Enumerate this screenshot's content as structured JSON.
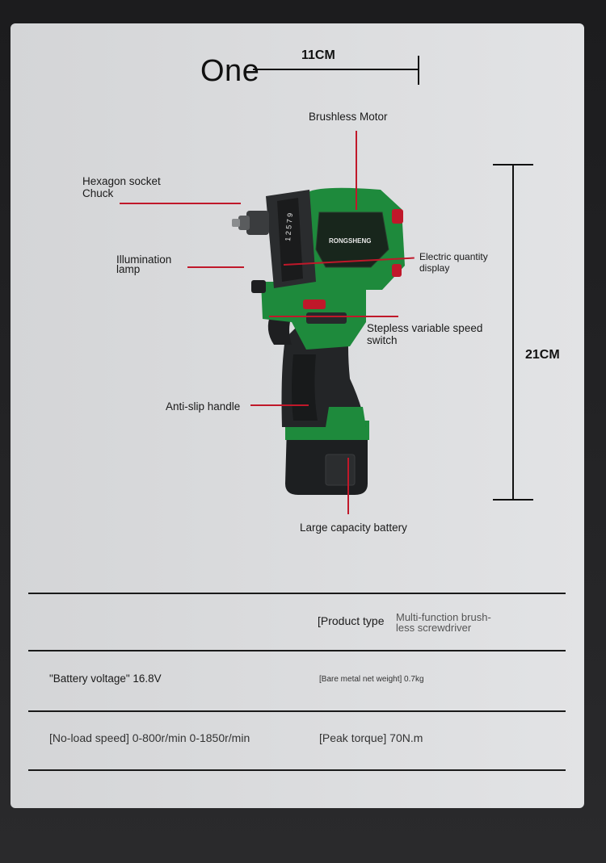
{
  "header": {
    "title": "One",
    "width_label": "11CM",
    "height_label": "21CM"
  },
  "product": {
    "brand": "RONGSHENG",
    "clutch_numbers": "1 2 5 7 9"
  },
  "callouts": {
    "brushless_motor": "Brushless Motor",
    "hex_chuck_1": "Hexagon socket",
    "hex_chuck_2": "Chuck",
    "illumination_1": "Illumination",
    "illumination_2": "lamp",
    "electric_display_1": "Electric quantity",
    "electric_display_2": "display",
    "stepless_switch_1": "Stepless variable speed",
    "stepless_switch_2": "switch",
    "anti_slip": "Anti-slip handle",
    "battery": "Large capacity battery"
  },
  "specs": {
    "product_type_label": "[Product type",
    "product_type_value_1": "Multi-function brush-",
    "product_type_value_2": "less screwdriver",
    "battery_voltage": "\"Battery voltage\" 16.8V",
    "net_weight": "[Bare metal net weight] 0.7kg",
    "no_load_speed": "[No-load speed] 0-800r/min 0-1850r/min",
    "peak_torque": "[Peak torque] 70N.m"
  },
  "colors": {
    "accent_green": "#1e8a3c",
    "callout_red": "#c0182a",
    "body_dark": "#1d1f21"
  }
}
